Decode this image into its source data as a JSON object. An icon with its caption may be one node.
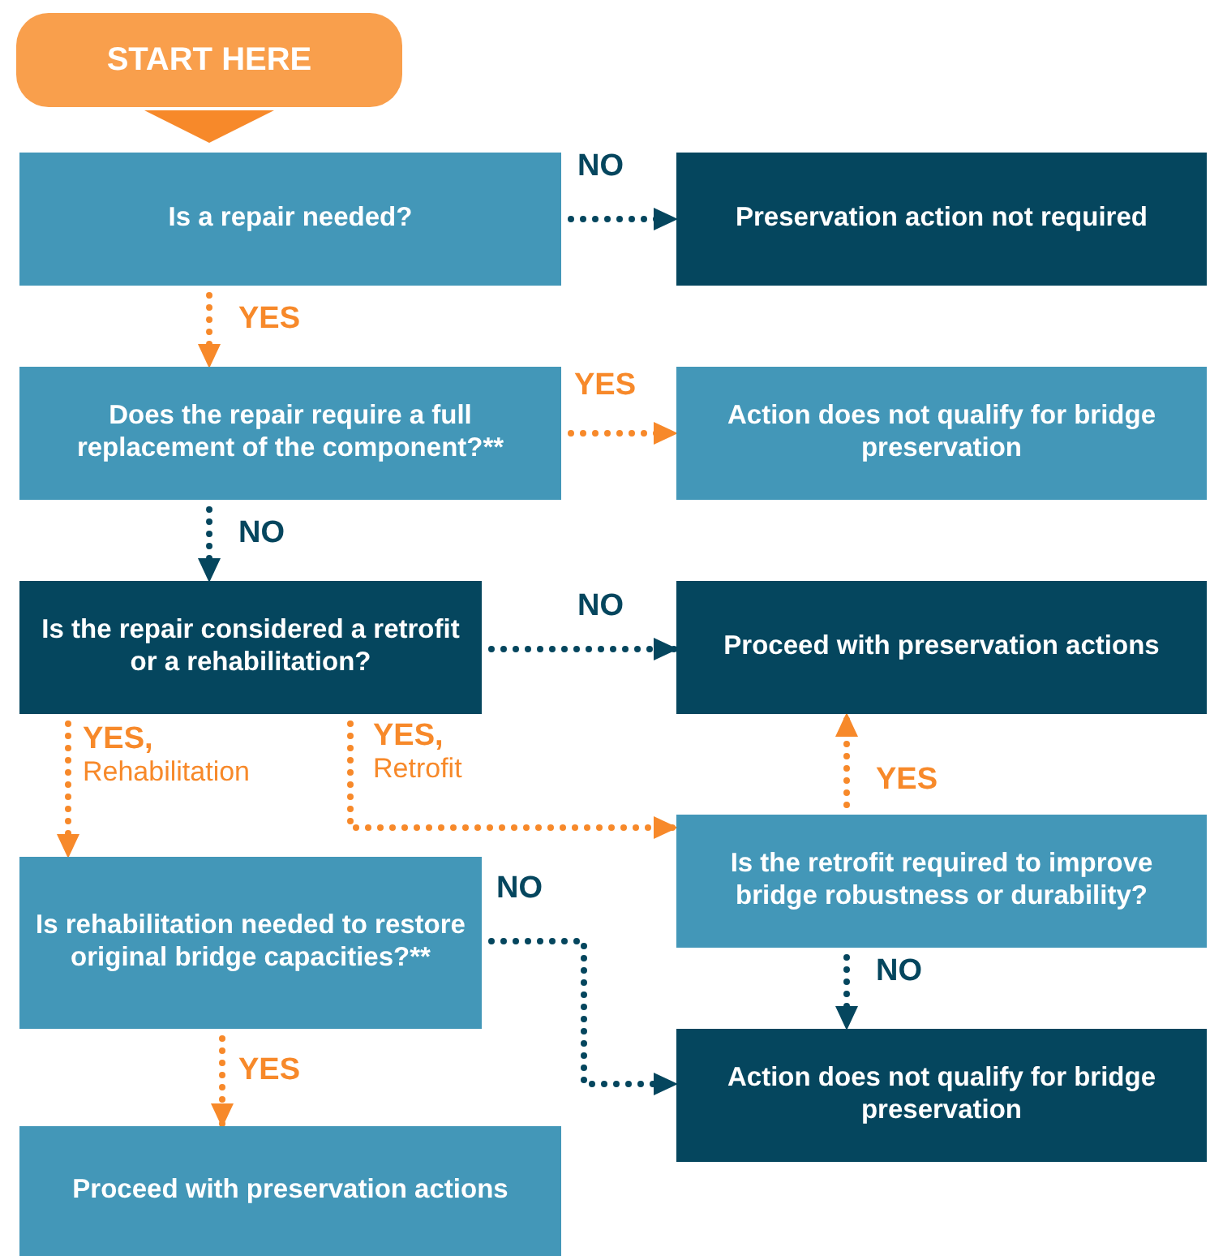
{
  "diagram": {
    "nodes": [
      {
        "text": [
          "START HERE"
        ]
      },
      {
        "text": [
          "Is a repair needed?"
        ]
      },
      {
        "text": [
          "Preservation action not required"
        ]
      },
      {
        "text": [
          "Does the repair require a full replacement of the component?**"
        ]
      },
      {
        "text": [
          "Action does not qualify for bridge preservation"
        ]
      },
      {
        "text": [
          "Is the repair considered a retrofit or a rehabilitation?"
        ]
      },
      {
        "text": [
          "Proceed with preservation actions"
        ]
      },
      {
        "text": [
          "Is rehabilitation needed to restore original bridge capacities?**"
        ]
      },
      {
        "text": [
          "Is the retrofit required to improve bridge robustness or durability?"
        ]
      },
      {
        "text": [
          "Action does not qualify for bridge preservation"
        ]
      },
      {
        "text": [
          "Proceed with preservation actions"
        ]
      }
    ],
    "edges": [
      {
        "from": 0,
        "to": 1,
        "arrow": "to"
      },
      {
        "from": 1,
        "to": 2,
        "arrow": "to",
        "label": "NO",
        "style": "dashed",
        "color": "#05465e"
      },
      {
        "from": 1,
        "to": 3,
        "arrow": "to",
        "label": "YES",
        "style": "dashed"
      },
      {
        "from": 3,
        "to": 4,
        "arrow": "to",
        "label": "YES",
        "style": "dashed"
      },
      {
        "from": 3,
        "to": 5,
        "arrow": "to",
        "label": "NO",
        "style": "dashed",
        "color": "#05465e"
      },
      {
        "from": 5,
        "to": 6,
        "arrow": "to",
        "label": "NO",
        "style": "dashed",
        "color": "#05465e"
      },
      {
        "from": 5,
        "to": 7,
        "arrow": "to",
        "label": "**YES,** Rehabilitation",
        "style": "dashed"
      },
      {
        "from": 5,
        "to": 8,
        "arrow": "to",
        "label": "**YES,** Retrofit",
        "style": "dashed"
      },
      {
        "from": 8,
        "to": 6,
        "arrow": "to",
        "label": "YES",
        "style": "dashed"
      },
      {
        "from": 8,
        "to": 9,
        "arrow": "to",
        "label": "NO",
        "style": "dashed",
        "color": "#05465e"
      },
      {
        "from": 7,
        "to": 9,
        "arrow": "to",
        "label": "NO",
        "style": "dashed",
        "color": "#05465e"
      },
      {
        "from": 7,
        "to": 10,
        "arrow": "to",
        "label": "YES",
        "style": "dashed"
      }
    ]
  }
}
